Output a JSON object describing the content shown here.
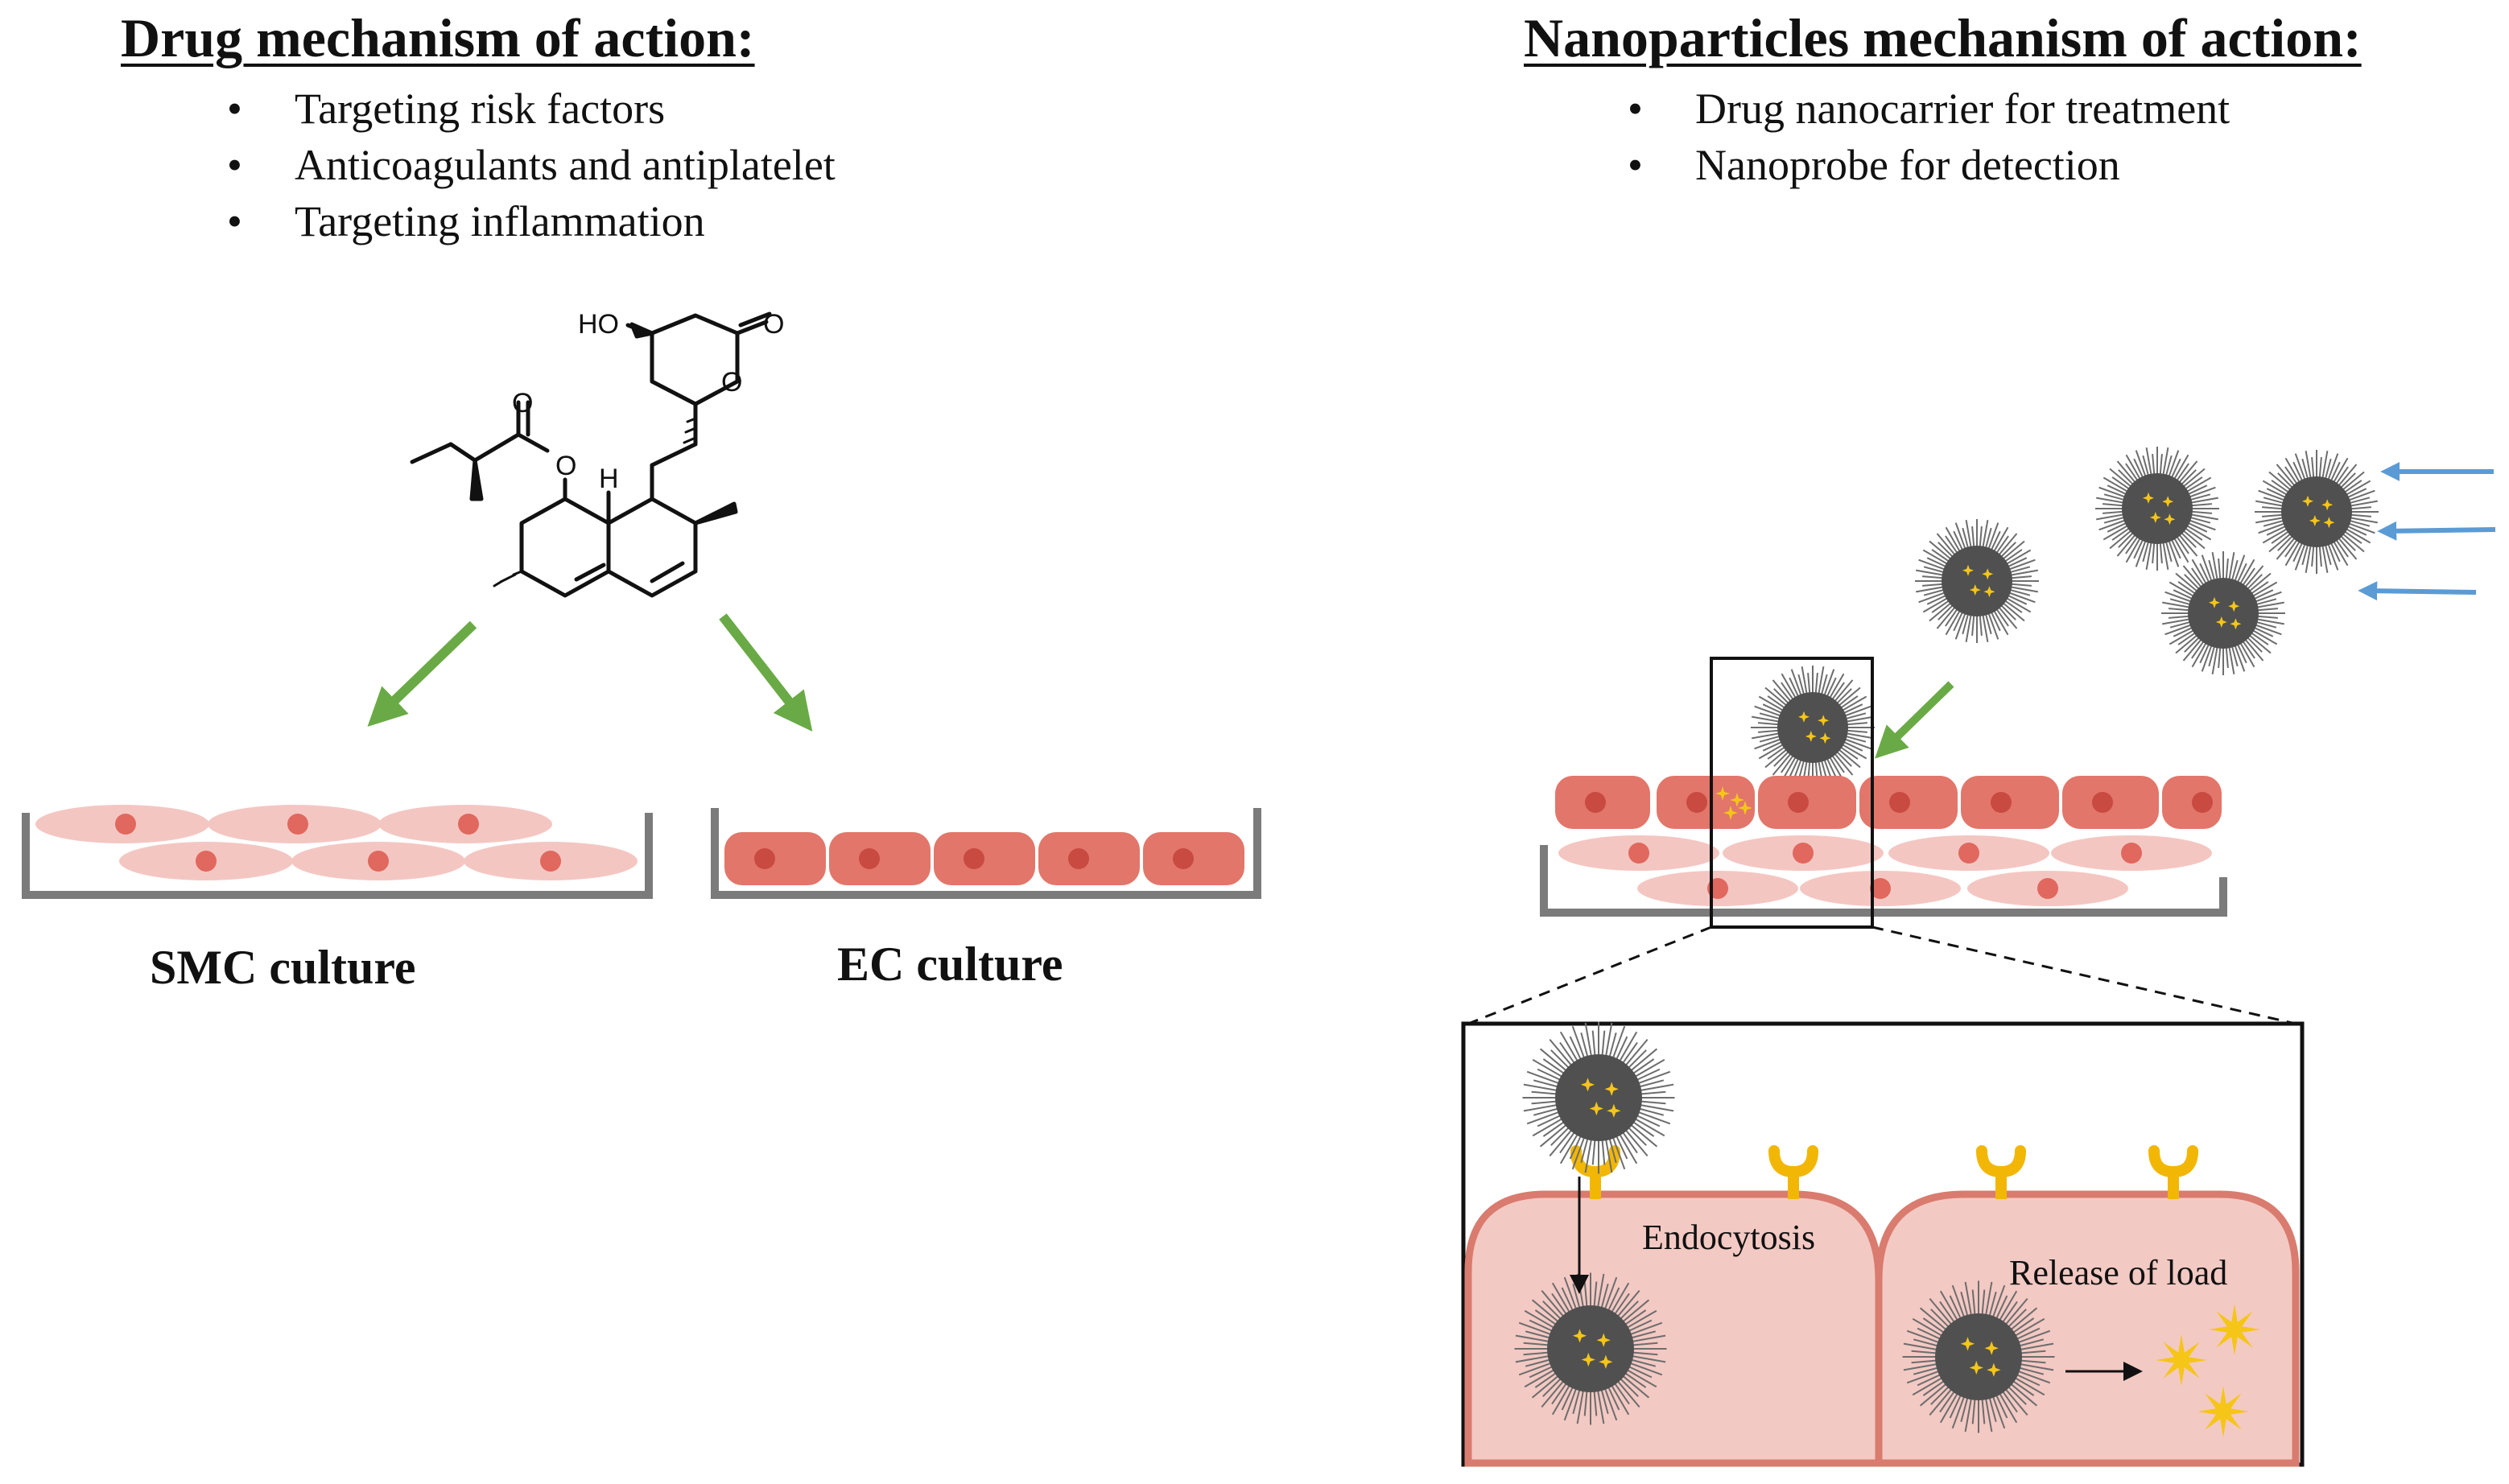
{
  "left": {
    "heading": "Drug mechanism of action:",
    "bullets": [
      "Targeting risk factors",
      "Anticoagulants and antiplatelet",
      "Targeting inflammation"
    ],
    "bullet_glyph": "•",
    "molecule_labels": {
      "ho": "HO",
      "o_ring": "O",
      "o_ring_carbonyl": "O",
      "o_ester": "O",
      "o_carbonyl": "O",
      "h": "H"
    },
    "smc_caption": "SMC culture",
    "ec_caption": "EC culture"
  },
  "right": {
    "heading": "Nanoparticles mechanism of action:",
    "bullets": [
      "Drug nanocarrier for treatment",
      "Nanoprobe for detection"
    ],
    "bullet_glyph": "•",
    "endocytosis_label": "Endocytosis",
    "release_label": "Release of load"
  },
  "colors": {
    "smc_cell": "#f4c6c2",
    "smc_nucleus": "#e0685e",
    "ec_cell": "#e2766a",
    "ec_nucleus": "#c94a40",
    "dish": "#7b7b7b",
    "green_arrow": "#6aaa46",
    "blue_arrow": "#5b9bd5",
    "nanoparticle": "#505050",
    "drug_star": "#f5c518",
    "receptor": "#f2b705",
    "cell_interior": "#f3c9c3",
    "cell_membrane": "#d97b6e"
  }
}
